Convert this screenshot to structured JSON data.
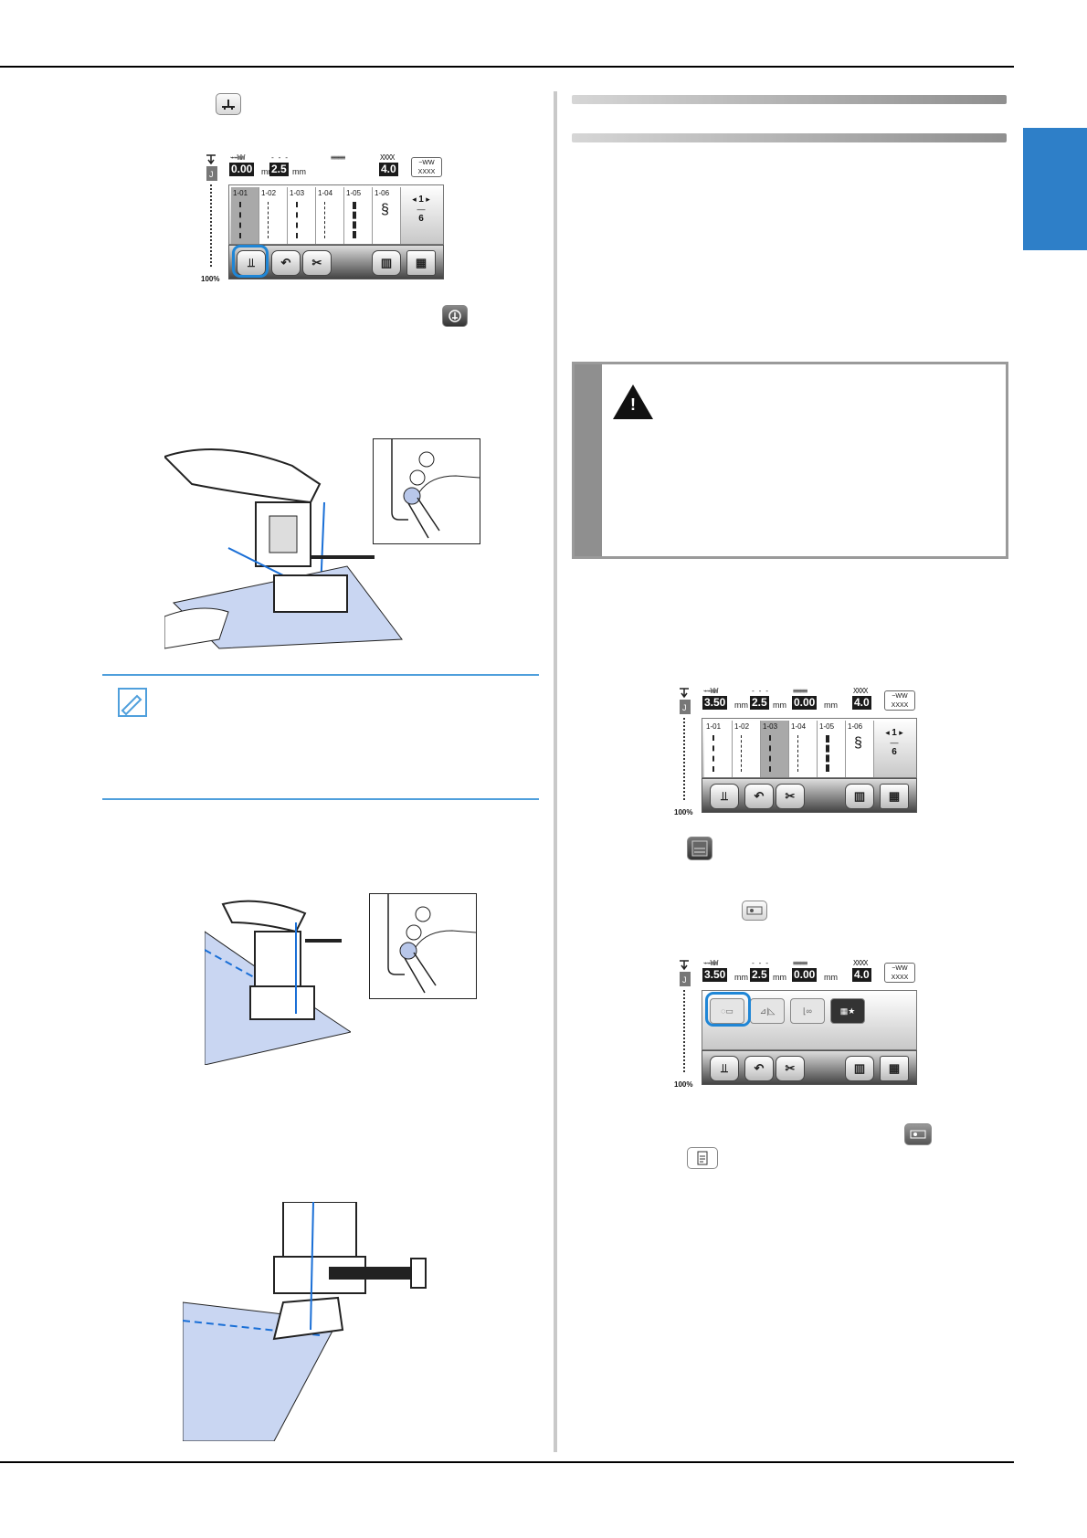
{
  "panel1": {
    "params": [
      {
        "glyph": "⌁⌁WW",
        "value": "0.00",
        "unit": "mm"
      },
      {
        "glyph": "- - -",
        "value": "2.5",
        "unit": "mm"
      },
      {
        "glyph": "≡≡≡≡",
        "value": "",
        "unit": ""
      },
      {
        "glyph": "XXXX",
        "value": "4.0",
        "unit": ""
      }
    ],
    "mode_key": "~WW\nXXXX",
    "cells": [
      "1-01",
      "1-02",
      "1-03",
      "1-04",
      "1-05",
      "1-06"
    ],
    "selected_cell": 0,
    "pager": {
      "num": "1",
      "den": "6"
    },
    "zoom": "100%"
  },
  "panel2": {
    "params": [
      {
        "glyph": "⌁⌁WW",
        "value": "3.50",
        "unit": "mm"
      },
      {
        "glyph": "- - -",
        "value": "2.5",
        "unit": "mm"
      },
      {
        "glyph": "≡≡≡≡",
        "value": "0.00",
        "unit": "mm"
      },
      {
        "glyph": "XXXX",
        "value": "4.0",
        "unit": ""
      }
    ],
    "mode_key": "~WW\nXXXX",
    "cells": [
      "1-01",
      "1-02",
      "1-03",
      "1-04",
      "1-05",
      "1-06"
    ],
    "selected_cell": 2,
    "pager": {
      "num": "1",
      "den": "6"
    },
    "zoom": "100%"
  },
  "panel3": {
    "params": [
      {
        "glyph": "⌁⌁WW",
        "value": "3.50",
        "unit": "mm"
      },
      {
        "glyph": "- - -",
        "value": "2.5",
        "unit": "mm"
      },
      {
        "glyph": "≡≡≡≡",
        "value": "0.00",
        "unit": "mm"
      },
      {
        "glyph": "XXXX",
        "value": "4.0",
        "unit": ""
      }
    ],
    "mode_key": "~WW\nXXXX",
    "zoom": "100%"
  },
  "colors": {
    "accent": "#1f86d6",
    "tab": "#2e7fc8",
    "fabric": "#c9d6f2"
  }
}
